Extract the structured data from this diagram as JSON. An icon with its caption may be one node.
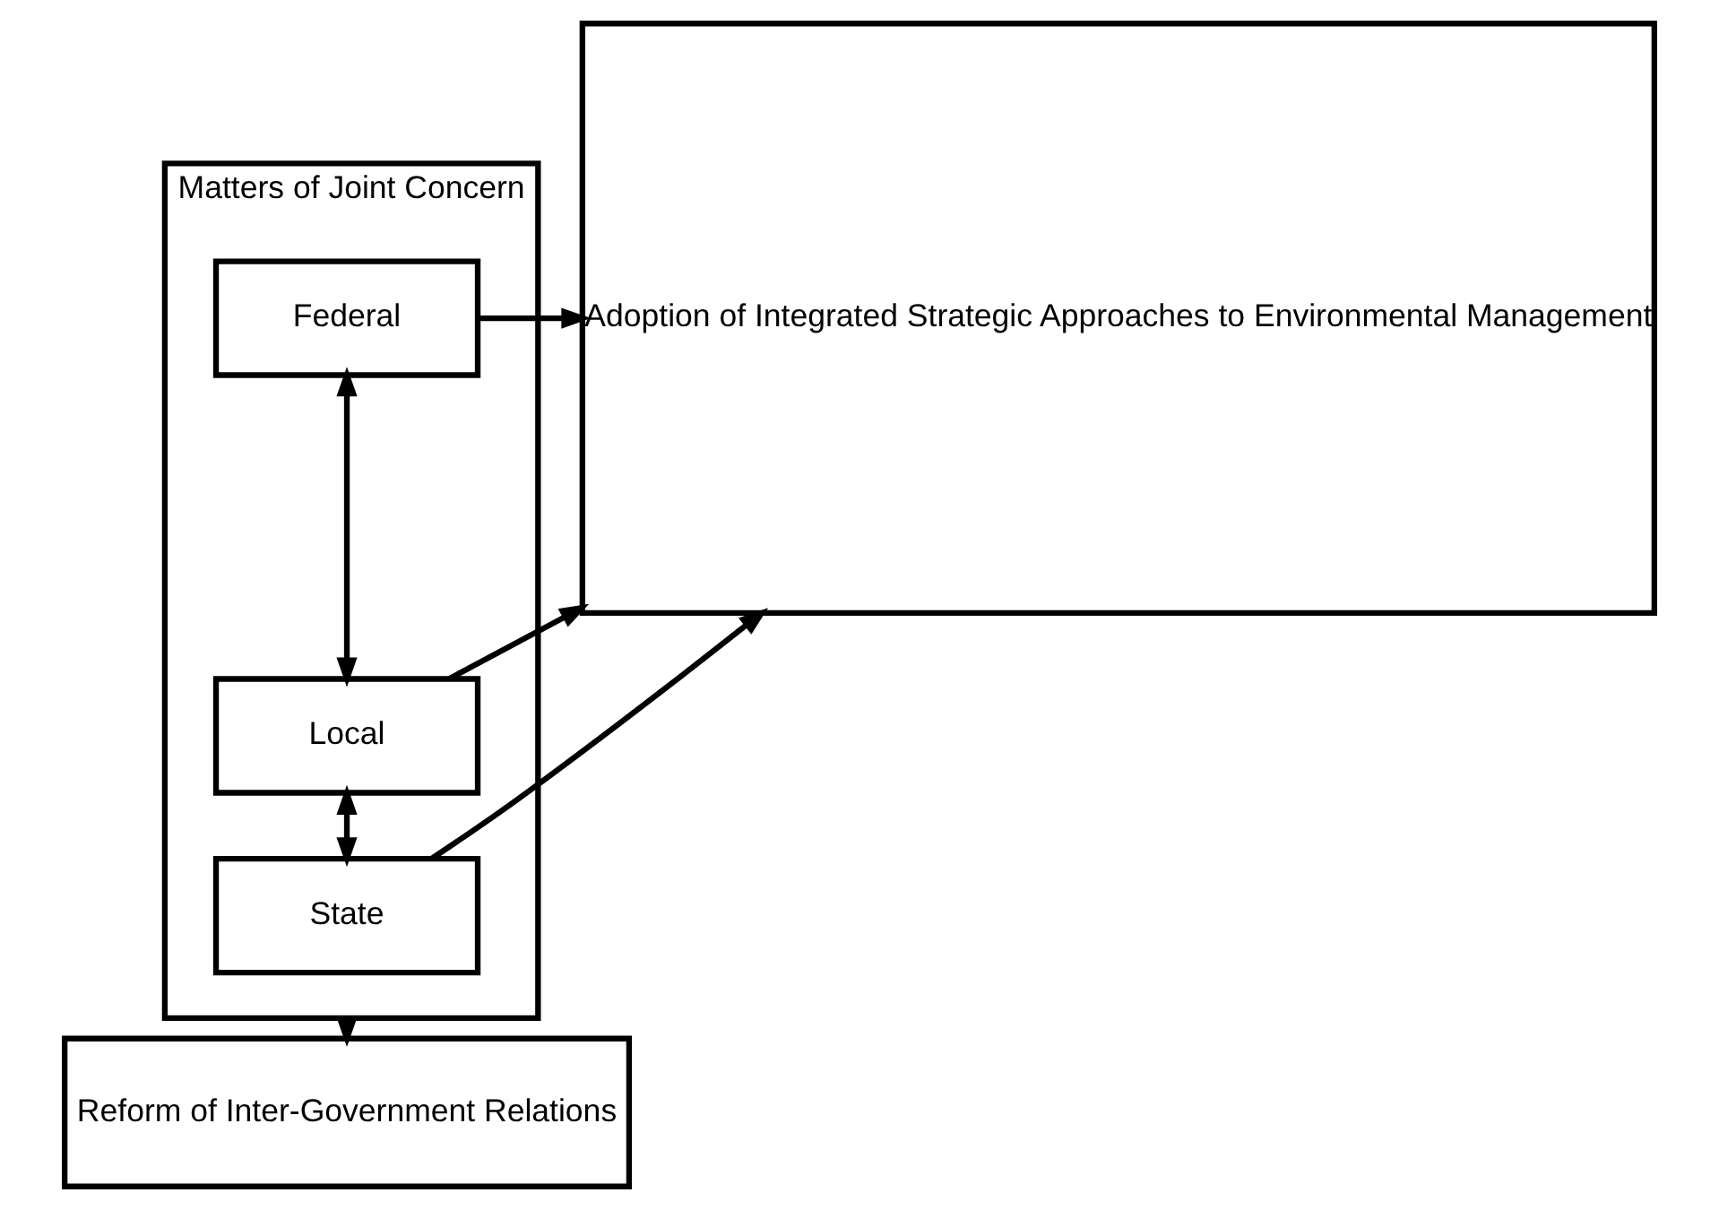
{
  "diagram": {
    "nodes": [
      {
        "text": [
          "Matters of Joint Concern"
        ]
      },
      {
        "text": [
          "Federal"
        ],
        "in": 0
      },
      {
        "text": [
          "Local"
        ],
        "in": 0
      },
      {
        "text": [
          "State"
        ],
        "in": 0
      },
      {
        "text": [
          "Adoption of Integrated Strategic Approaches to Environmental Management"
        ]
      },
      {
        "text": [
          "Reform of Inter-Government Relations"
        ]
      }
    ],
    "edges": [
      {
        "from": 1,
        "to": 2,
        "arrow": "both"
      },
      {
        "from": 2,
        "to": 3,
        "arrow": "both"
      },
      {
        "from": 1,
        "to": 4,
        "arrow": "to"
      },
      {
        "from": 2,
        "to": 4,
        "arrow": "to"
      },
      {
        "from": 3,
        "to": 4,
        "arrow": "to"
      },
      {
        "from": 0,
        "to": 5,
        "arrow": "to"
      }
    ]
  }
}
